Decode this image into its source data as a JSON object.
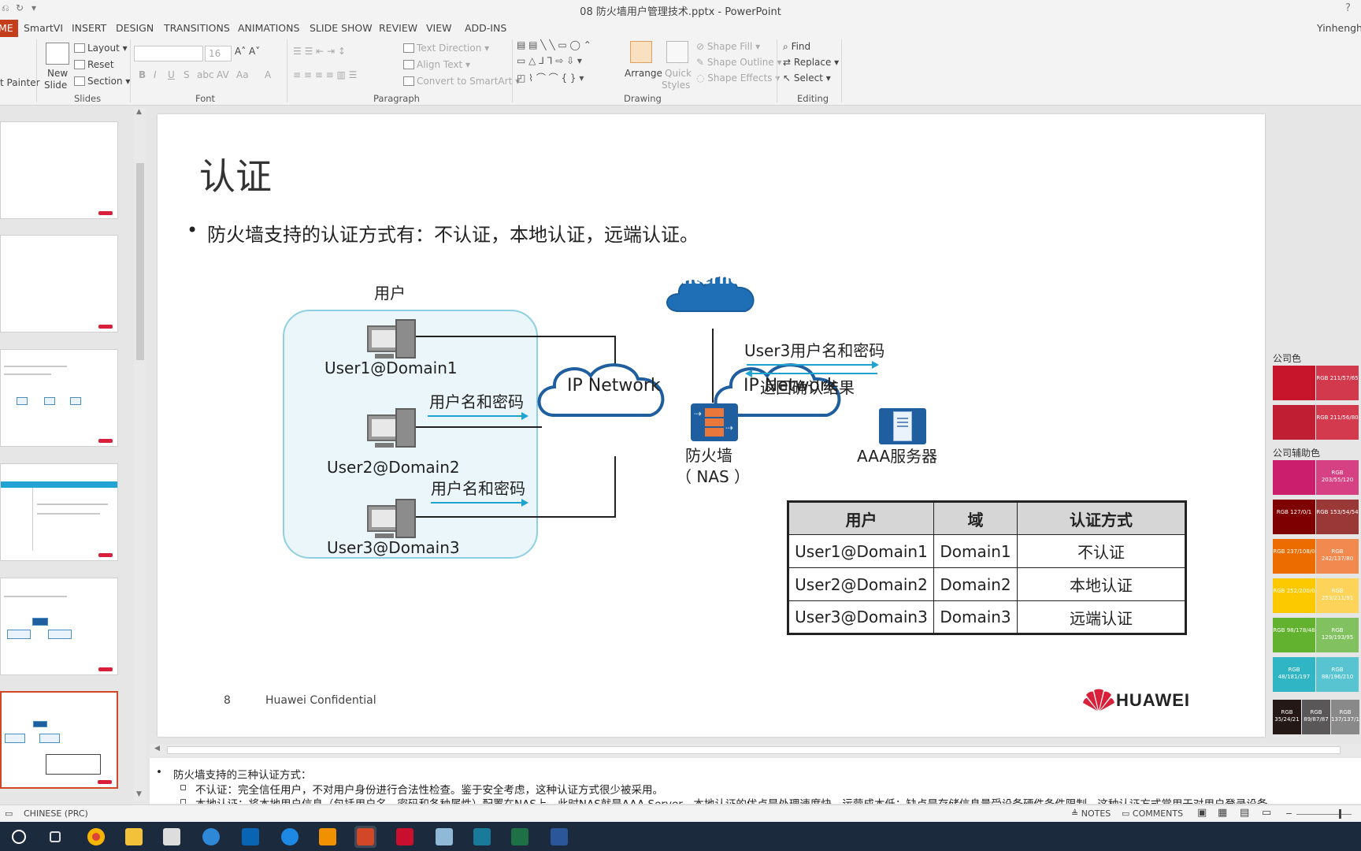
{
  "window": {
    "title": "08 防火墙用户管理技术.pptx - PowerPoint",
    "help": "?",
    "user": "Yinhengha"
  },
  "ribbon_tabs": [
    "ME",
    "SmartVI",
    "INSERT",
    "DESIGN",
    "TRANSITIONS",
    "ANIMATIONS",
    "SLIDE SHOW",
    "REVIEW",
    "VIEW",
    "ADD-INS"
  ],
  "ribbon": {
    "painter": "t Painter",
    "new_slide": "New",
    "new_slide2": "Slide",
    "layout": "Layout",
    "reset": "Reset",
    "section": "Section",
    "slides_label": "Slides",
    "font_size": "16",
    "font_label": "Font",
    "text_direction": "Text Direction",
    "align_text": "Align Text",
    "convert_smartart": "Convert to SmartArt",
    "paragraph_label": "Paragraph",
    "arrange": "Arrange",
    "quick_styles": "Quick",
    "quick_styles2": "Styles",
    "shape_fill": "Shape Fill",
    "shape_outline": "Shape Outline",
    "shape_effects": "Shape Effects",
    "drawing_label": "Drawing",
    "find": "Find",
    "replace": "Replace",
    "select": "Select",
    "editing_label": "Editing"
  },
  "slide": {
    "title": "认证",
    "bullet": "防火墙支持的认证方式有：不认证，本地认证，远端认证。",
    "users_label": "用户",
    "user1": "User1@Domain1",
    "user2": "User2@Domain2",
    "user3": "User3@Domain3",
    "cred1": "用户名和密码",
    "cred2": "用户名和密码",
    "internet": "Internet",
    "ip_network_left": "IP Network",
    "ip_network_right": "IP Network",
    "user3_cred": "User3用户名和密码",
    "return_result": "返回确认结果",
    "firewall": "防火墙",
    "nas": "（ NAS ）",
    "aaa": "AAA服务器",
    "table": {
      "headers": [
        "用户",
        "域",
        "认证方式"
      ],
      "rows": [
        [
          "User1@Domain1",
          "Domain1",
          "不认证"
        ],
        [
          "User2@Domain2",
          "Domain2",
          "本地认证"
        ],
        [
          "User3@Domain3",
          "Domain3",
          "远端认证"
        ]
      ]
    },
    "page_number": "8",
    "confidential": "Huawei Confidential",
    "logo_text": "HUAWEI"
  },
  "swatches": {
    "company_color": "公司色",
    "aux_color": "公司辅助色",
    "items": [
      {
        "color": "#c7162b",
        "text": ""
      },
      {
        "color": "#d3394d",
        "text": "RGB 211/57/65"
      },
      {
        "color": "#c01f33",
        "text": ""
      },
      {
        "color": "#d33a4d",
        "text": "RGB 211/56/80"
      },
      {
        "color": "#cb1f6e",
        "text": ""
      },
      {
        "color": "#d64184",
        "text": "RGB 203/55/120"
      },
      {
        "color": "#7f0000",
        "text": "RGB 127/0/1"
      },
      {
        "color": "#993836",
        "text": "RGB 153/54/54"
      },
      {
        "color": "#ec6c00",
        "text": "RGB 237/108/0"
      },
      {
        "color": "#f2894f",
        "text": "RGB 242/137/80"
      },
      {
        "color": "#fcc800",
        "text": "RGB 252/200/0"
      },
      {
        "color": "#fdd35a",
        "text": "RGB 253/211/91"
      },
      {
        "color": "#62b22f",
        "text": "RGB 98/178/48"
      },
      {
        "color": "#81c15f",
        "text": "RGB 129/193/95"
      },
      {
        "color": "#30b5c5",
        "text": "RGB 48/181/197"
      },
      {
        "color": "#58c4d2",
        "text": "RGB 88/196/210"
      },
      {
        "color": "#231815",
        "text": "RGB 35/24/21"
      },
      {
        "color": "#595757",
        "text": "RGB 89/87/87"
      },
      {
        "color": "#898989",
        "text": "RGB 137/137/137"
      }
    ]
  },
  "notes": {
    "line1": "防火墙支持的三种认证方式：",
    "line2": "不认证：完全信任用户，不对用户身份进行合法性检查。鉴于安全考虑，这种认证方式很少被采用。",
    "line3": "本地认证：将本地用户信息（包括用户名、密码和各种属性）配置在NAS上，此时NAS就是AAA Server。本地认证的优点是处理速度快、运营成本低；缺点是存储信息量受设备硬件条件限制。这种认证方式常用于对用户登录设备"
  },
  "status": {
    "language": "CHINESE (PRC)",
    "notes": "NOTES",
    "comments": "COMMENTS"
  }
}
